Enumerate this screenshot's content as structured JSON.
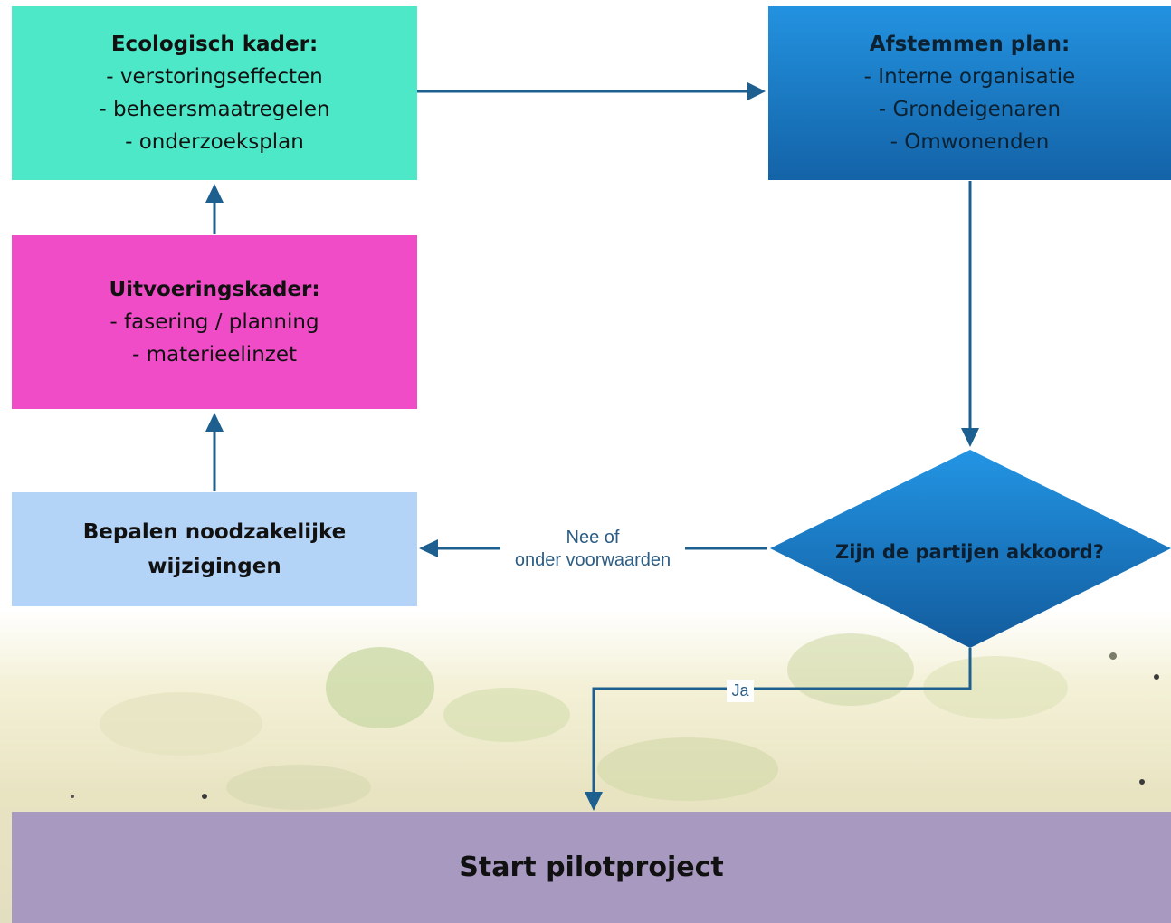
{
  "nodes": {
    "ecologisch": {
      "title": "Ecologisch kader:",
      "items": [
        "- verstoringseffecten",
        "- beheersmaatregelen",
        "- onderzoeksplan"
      ]
    },
    "afstemmen": {
      "title": "Afstemmen plan:",
      "items": [
        "- Interne organisatie",
        "- Grondeigenaren",
        "- Omwonenden"
      ]
    },
    "uitvoering": {
      "title": "Uitvoeringskader:",
      "items": [
        "- fasering / planning",
        "- materieelinzet"
      ]
    },
    "bepalen": {
      "title_line1": "Bepalen noodzakelijke",
      "title_line2": "wijzigingen"
    },
    "decision": {
      "label": "Zijn de partijen akkoord?"
    },
    "start": {
      "title": "Start pilotproject"
    }
  },
  "edges": {
    "no_label_line1": "Nee of",
    "no_label_line2": "onder voorwaarden",
    "yes_label": "Ja"
  },
  "colors": {
    "ecologisch": "#4ce8c8",
    "afstemmen": "#1a78c0",
    "uitvoering": "#f04cc8",
    "bepalen": "#b3d3f7",
    "decision": "#1e7cc4",
    "start": "#a899c1",
    "arrow": "#1d5f8e"
  }
}
